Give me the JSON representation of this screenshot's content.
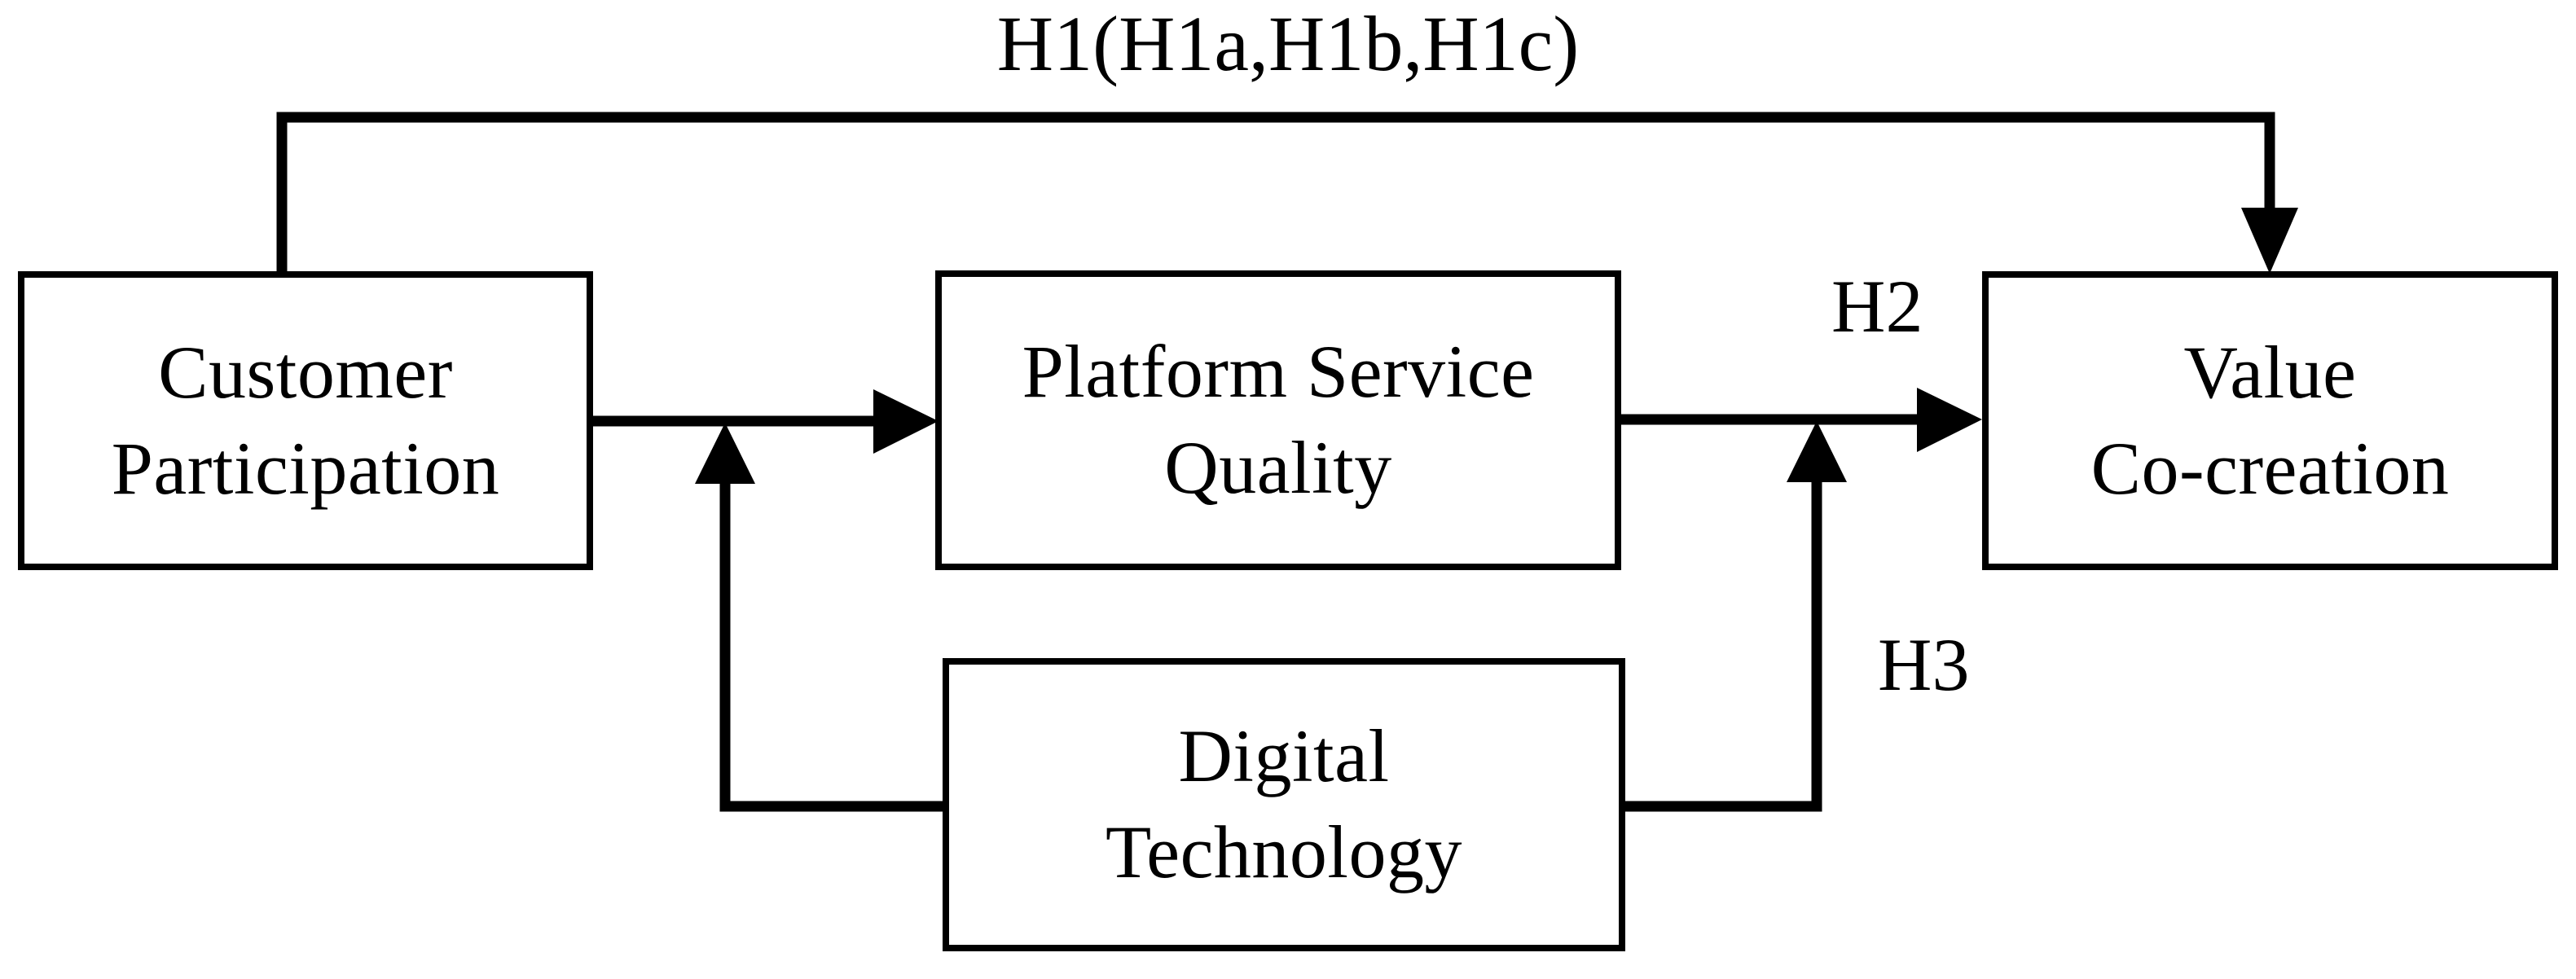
{
  "diagram": {
    "title": "H1(H1a,H1b,H1c)",
    "stroke_color": "#000000",
    "background_color": "#ffffff",
    "nodes": [
      {
        "id": "customer-participation",
        "line1": "Customer",
        "line2": "Participation"
      },
      {
        "id": "platform-service-quality",
        "line1": "Platform Service",
        "line2": "Quality"
      },
      {
        "id": "value-co-creation",
        "line1": "Value",
        "line2": "Co-creation"
      },
      {
        "id": "digital-technology",
        "line1": "Digital",
        "line2": "Technology"
      }
    ],
    "edge_labels": {
      "h1": "H1(H1a,H1b,H1c)",
      "h2": "H2",
      "h3": "H3"
    },
    "edges": [
      {
        "id": "h1-direct-effect",
        "label": "H1(H1a,H1b,H1c)",
        "from": "customer-participation",
        "to": "value-co-creation"
      },
      {
        "id": "participation-to-quality",
        "label": "",
        "from": "customer-participation",
        "to": "platform-service-quality"
      },
      {
        "id": "h2-quality-to-cocreation",
        "label": "H2",
        "from": "platform-service-quality",
        "to": "value-co-creation"
      },
      {
        "id": "digital-technology-moderates-participation-quality",
        "label": "",
        "from": "digital-technology",
        "to": "participation-to-quality"
      },
      {
        "id": "h3-digital-technology-moderates-quality-cocreation",
        "label": "H3",
        "from": "digital-technology",
        "to": "h2-quality-to-cocreation"
      }
    ]
  }
}
